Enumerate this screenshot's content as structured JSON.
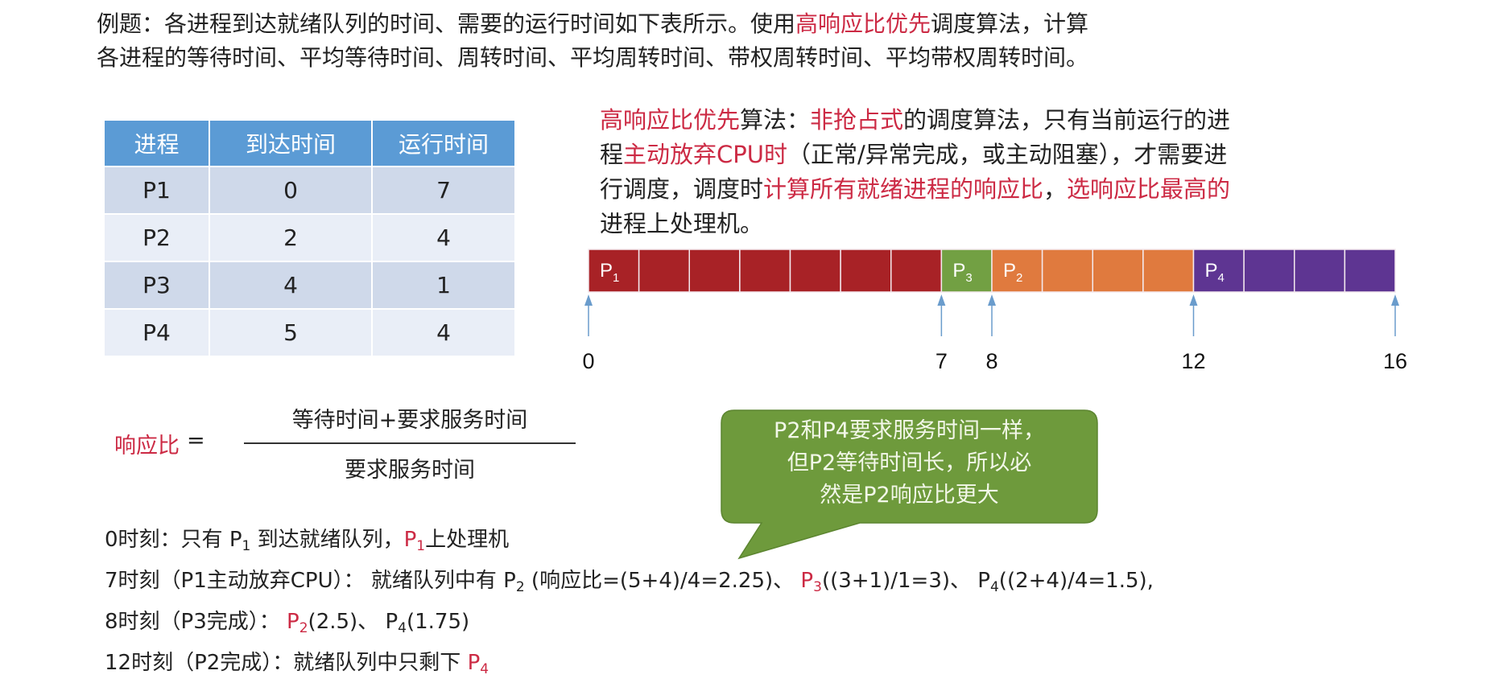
{
  "title": {
    "line1_runs": [
      {
        "t": "例题：各进程到达就绪队列的时间、需要的运行时间如下表所示。使用"
      },
      {
        "t": "高响应比优先",
        "red": true
      },
      {
        "t": "调度算法，计算"
      }
    ],
    "line2": "各进程的等待时间、平均等待时间、周转时间、平均周转时间、带权周转时间、平均带权周转时间。"
  },
  "table": {
    "headers": [
      "进程",
      "到达时间",
      "运行时间"
    ],
    "rows": [
      [
        "P1",
        "0",
        "7"
      ],
      [
        "P2",
        "2",
        "4"
      ],
      [
        "P3",
        "4",
        "1"
      ],
      [
        "P4",
        "5",
        "4"
      ]
    ]
  },
  "description": {
    "lines": [
      [
        {
          "t": "高响应比优先",
          "red": true
        },
        {
          "t": "算法："
        },
        {
          "t": "非抢占式",
          "red": true
        },
        {
          "t": "的调度算法，只有当前运行的进"
        }
      ],
      [
        {
          "t": "程"
        },
        {
          "t": "主动放弃CPU时",
          "red": true
        },
        {
          "t": "（正常/异常完成，或主动阻塞），才需要进"
        }
      ],
      [
        {
          "t": "行调度，调度时"
        },
        {
          "t": "计算所有就绪进程的响应比",
          "red": true
        },
        {
          "t": "，",
          "red": false
        },
        {
          "t": "选响应比最高的",
          "red": true
        }
      ],
      [
        {
          "t": "进程上处理机。"
        }
      ]
    ]
  },
  "chart_data": {
    "type": "gantt",
    "unit_cells": true,
    "range": [
      0,
      16
    ],
    "segments": [
      {
        "label": "P",
        "sub": "1",
        "start": 0,
        "end": 7,
        "color": "#a82226"
      },
      {
        "label": "P",
        "sub": "3",
        "start": 7,
        "end": 8,
        "color": "#72a043"
      },
      {
        "label": "P",
        "sub": "2",
        "start": 8,
        "end": 12,
        "color": "#e07a3e"
      },
      {
        "label": "P",
        "sub": "4",
        "start": 12,
        "end": 16,
        "color": "#5e3592"
      }
    ],
    "markers": [
      0,
      7,
      8,
      12,
      16
    ],
    "marker_labels": [
      "0",
      "7",
      "8",
      "12",
      "16"
    ],
    "arrow_color": "#6a9ccc"
  },
  "formula": {
    "lhs": "响应比",
    "equals": "=",
    "numerator": "等待时间+要求服务时间",
    "denominator": "要求服务时间"
  },
  "callout": {
    "lines": [
      "P2和P4要求服务时间一样，",
      "但P2等待时间长，所以必",
      "然是P2响应比更大"
    ],
    "color": "#6e9a3c"
  },
  "steps": [
    [
      {
        "t": "0时刻：只有 "
      },
      {
        "t": "P",
        "sub": "1"
      },
      {
        "t": " 到达就绪队列，"
      },
      {
        "t": "P",
        "sub": "1",
        "red": true
      },
      {
        "t": "上处理机"
      }
    ],
    [
      {
        "t": "7时刻（P1主动放弃CPU）：  就绪队列中有 "
      },
      {
        "t": "P",
        "sub": "2"
      },
      {
        "t": " (响应比=(5+4)/4=2.25)、 "
      },
      {
        "t": "P",
        "sub": "3",
        "red": true
      },
      {
        "t": "((3+1)/1=3)、 "
      },
      {
        "t": "P",
        "sub": "4"
      },
      {
        "t": "((2+4)/4=1.5),"
      }
    ],
    [
      {
        "t": "8时刻（P3完成）：  "
      },
      {
        "t": "P",
        "sub": "2",
        "red": true
      },
      {
        "t": "(2.5)、 "
      },
      {
        "t": "P",
        "sub": "4"
      },
      {
        "t": "(1.75)"
      }
    ],
    [
      {
        "t": "12时刻（P2完成）：就绪队列中只剩下 "
      },
      {
        "t": "P",
        "sub": "4",
        "red": true
      }
    ]
  ]
}
